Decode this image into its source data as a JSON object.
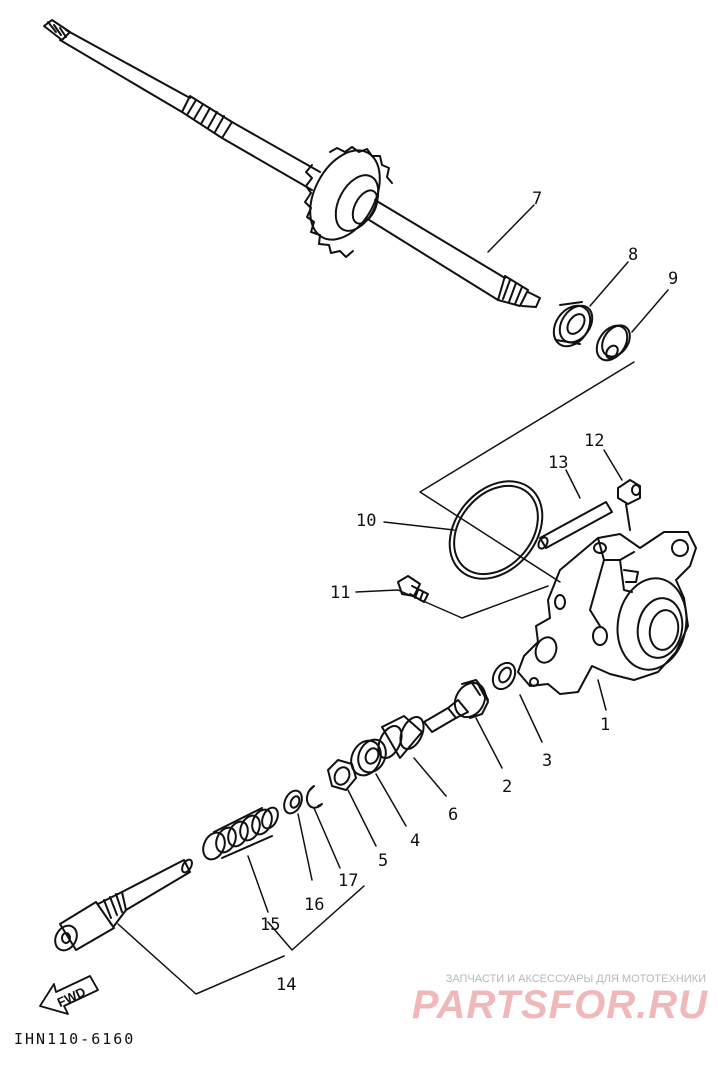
{
  "diagram": {
    "code": "IHN110-6160",
    "fwd_label": "FWD",
    "parts": [
      {
        "num": "1"
      },
      {
        "num": "2"
      },
      {
        "num": "3"
      },
      {
        "num": "4"
      },
      {
        "num": "5"
      },
      {
        "num": "6"
      },
      {
        "num": "7"
      },
      {
        "num": "8"
      },
      {
        "num": "9"
      },
      {
        "num": "10"
      },
      {
        "num": "11"
      },
      {
        "num": "12"
      },
      {
        "num": "13"
      },
      {
        "num": "14"
      },
      {
        "num": "15"
      },
      {
        "num": "16"
      },
      {
        "num": "17"
      }
    ]
  },
  "watermark": {
    "tagline": "ЗАПЧАСТИ И АКСЕССУАРЫ ДЛЯ МОТОТЕХНИКИ",
    "brand": "PARTSFOR.RU"
  },
  "colors": {
    "line": "#111111",
    "watermark_brand": "#f0b8b8",
    "watermark_tagline": "#b8b8b8"
  }
}
